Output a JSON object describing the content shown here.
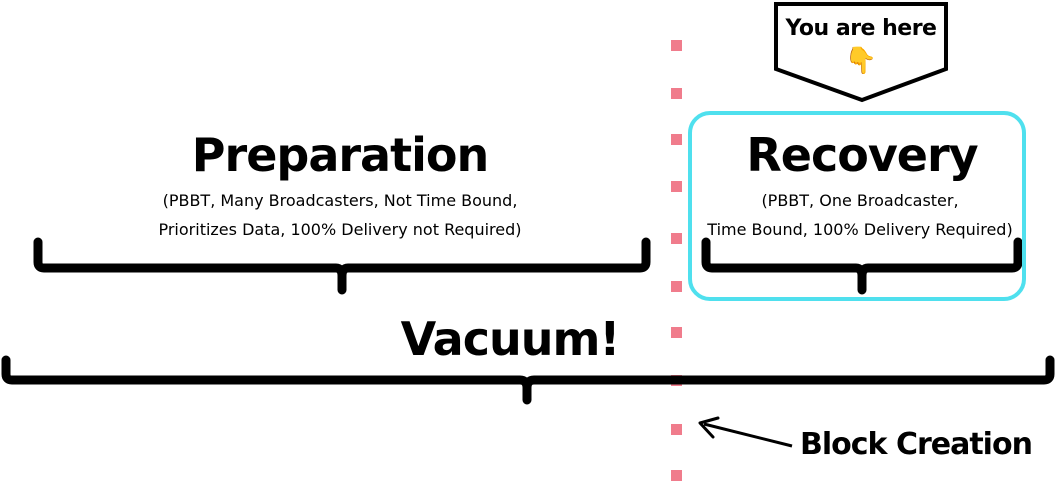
{
  "preparation": {
    "title": "Preparation",
    "line1": "(PBBT, Many Broadcasters, Not Time Bound,",
    "line2": "Prioritizes Data, 100% Delivery not Required)"
  },
  "recovery": {
    "title": "Recovery",
    "line1": "(PBBT, One Broadcaster,",
    "line2": "Time Bound, 100% Delivery Required)",
    "highlight_color": "#4fe0ee"
  },
  "vacuum": {
    "label": "Vacuum!"
  },
  "marker": {
    "label": "You are here",
    "emoji": "👇",
    "icon": "pointing-down-hand-icon"
  },
  "block_creation": {
    "label": "Block Creation"
  },
  "colors": {
    "divider": "#f07c8c",
    "stroke": "#000000"
  }
}
